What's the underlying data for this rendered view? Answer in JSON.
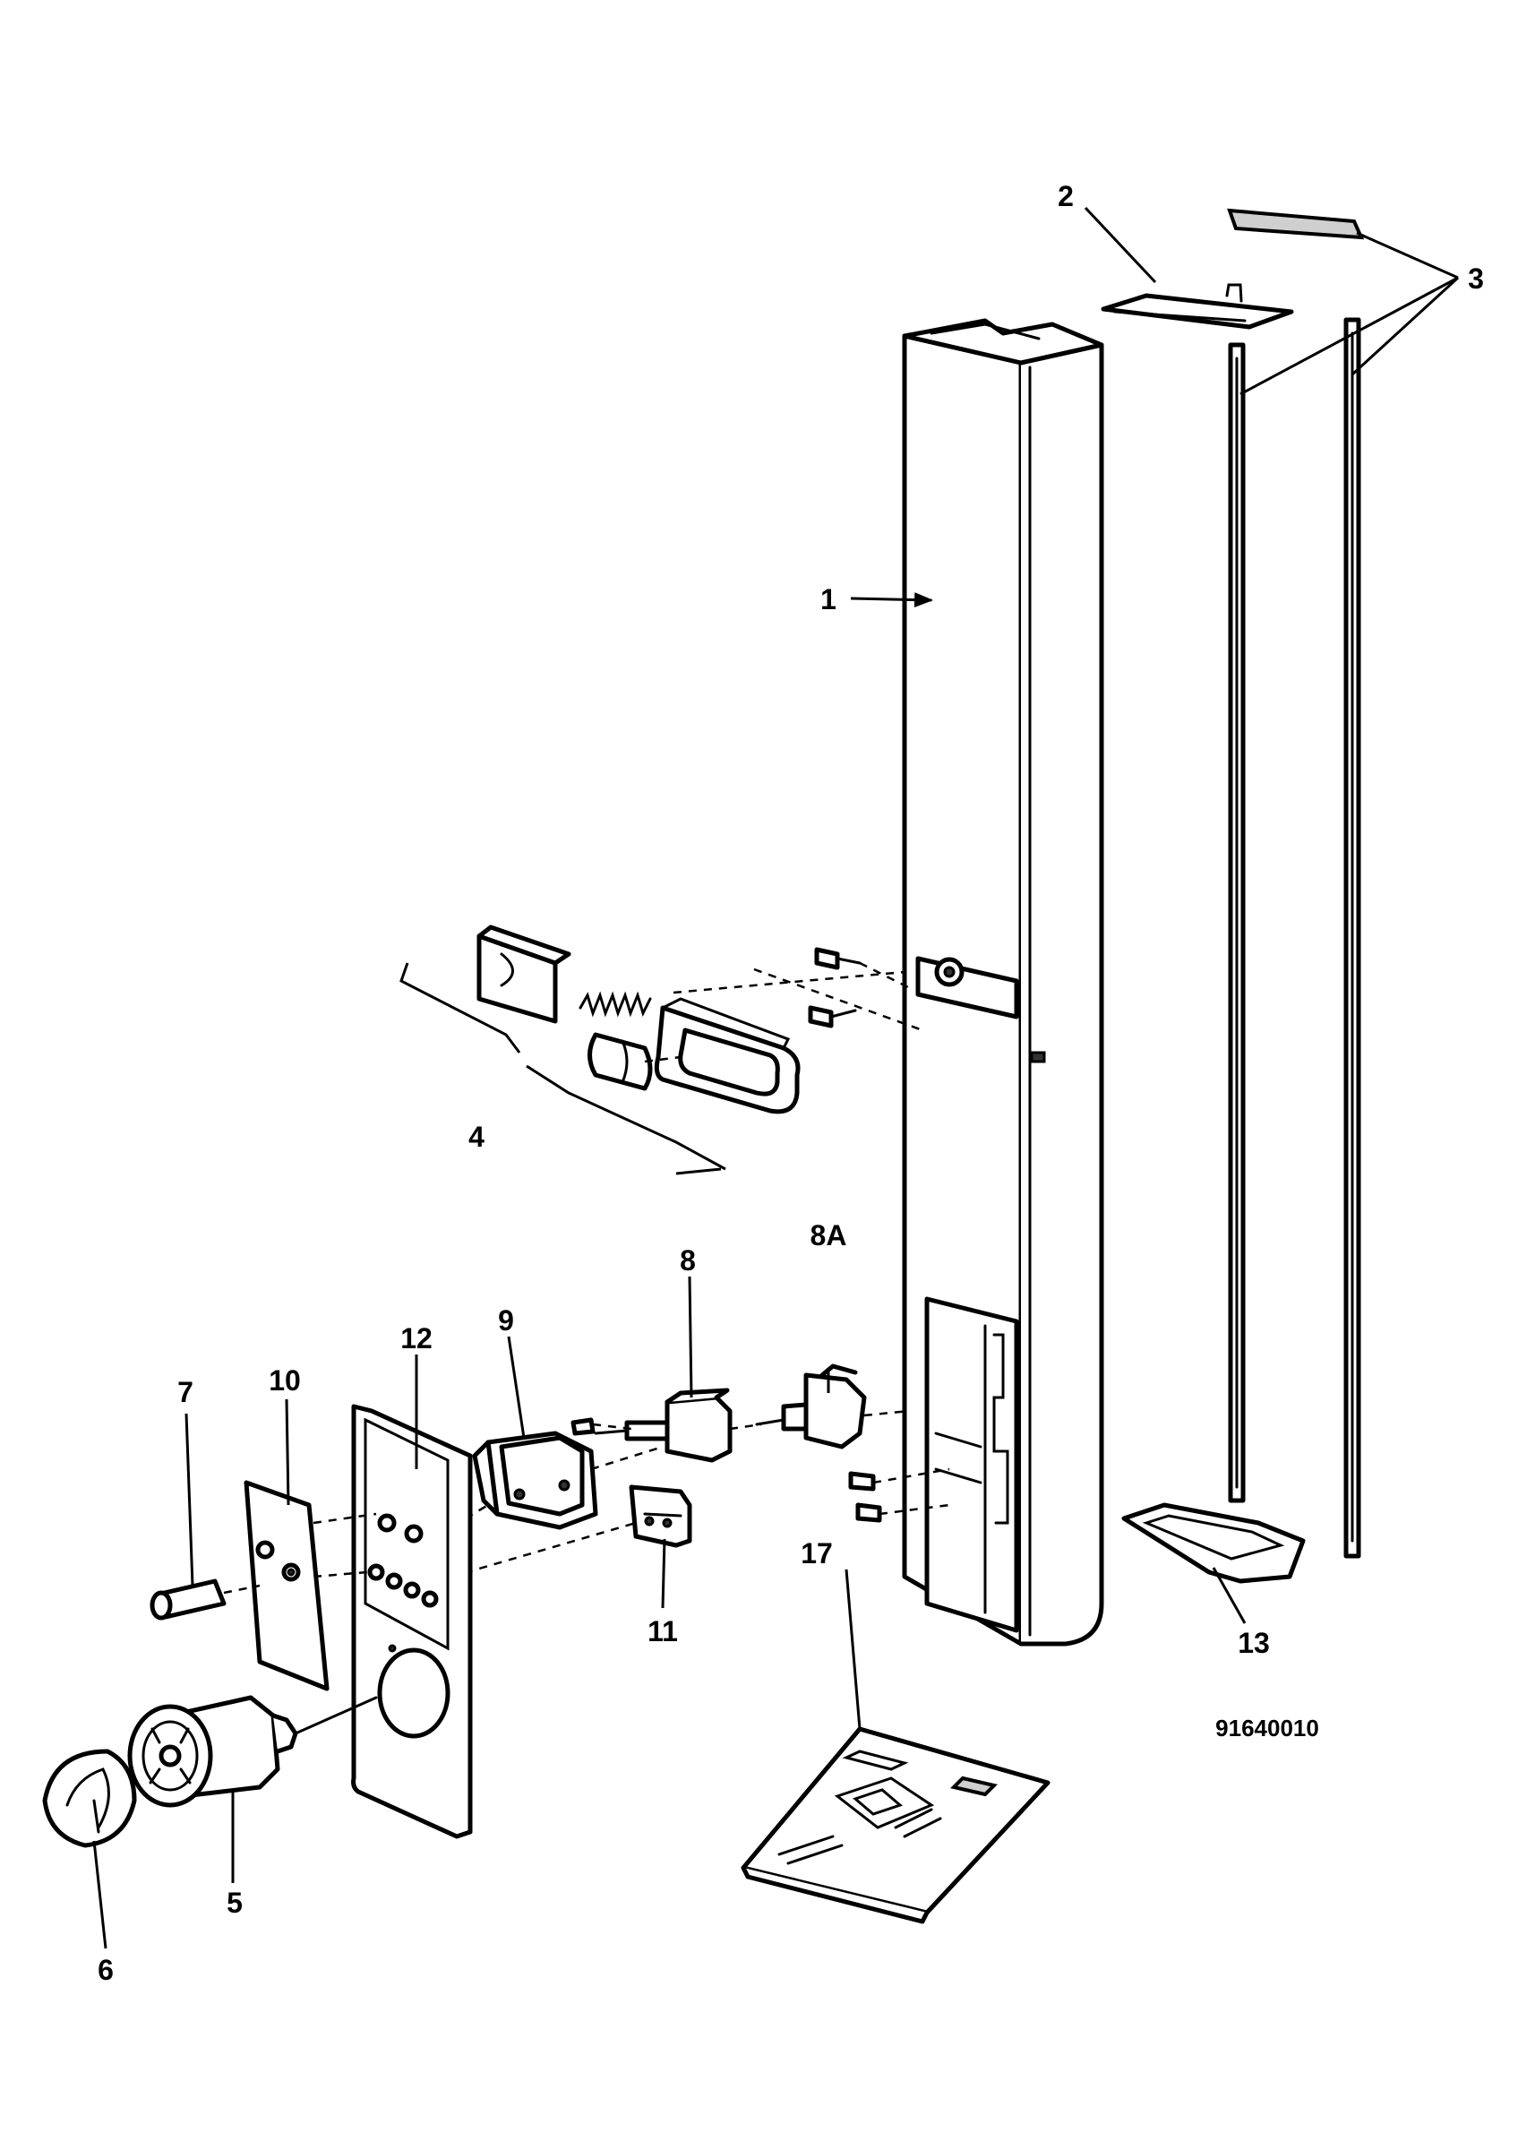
{
  "drawing_number": "91640010",
  "callouts": [
    "1",
    "2",
    "3",
    "4",
    "5",
    "6",
    "7",
    "8",
    "8A",
    "9",
    "10",
    "11",
    "12",
    "13",
    "17"
  ]
}
